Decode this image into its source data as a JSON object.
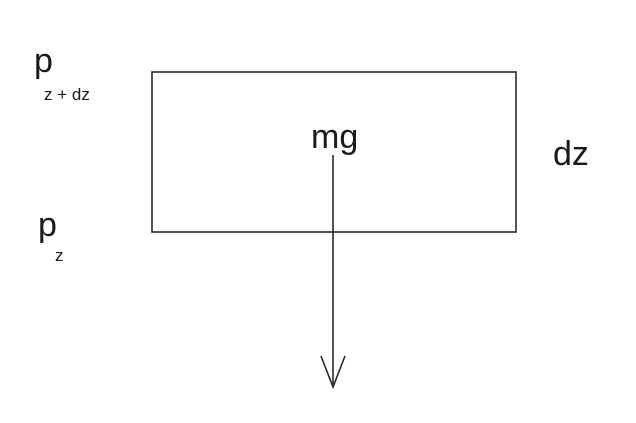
{
  "labels": {
    "pressure_top_symbol": "p",
    "pressure_top_subscript": "z + dz",
    "pressure_bottom_symbol": "p",
    "pressure_bottom_subscript": "z",
    "weight": "mg",
    "thickness": "dz"
  },
  "colors": {
    "line": "#2a2a2a",
    "text": "#1a1a1a",
    "background": "#ffffff"
  }
}
